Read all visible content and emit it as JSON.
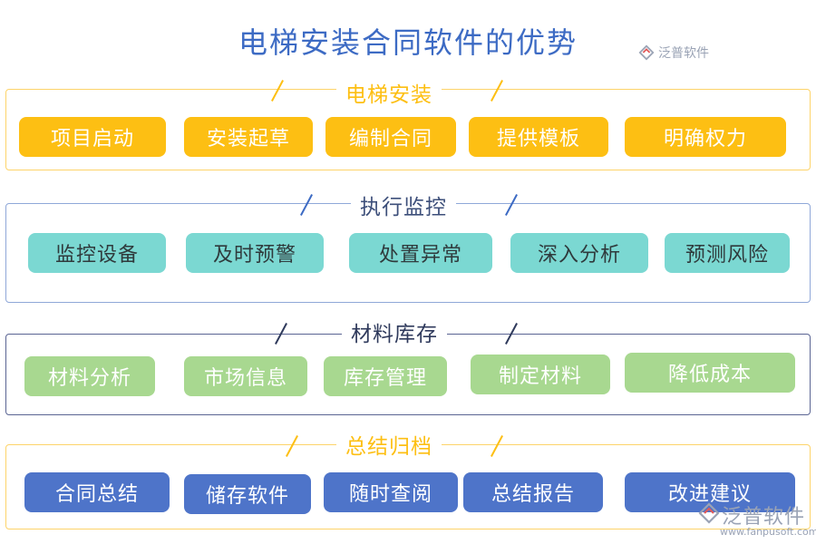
{
  "title": "电梯安装合同软件的优势",
  "logo_top": "泛普软件",
  "footer_logo": {
    "brand": "泛普软件",
    "url": "www.fanpusoft.com"
  },
  "colors": {
    "section1": "#fdbf13",
    "section2": "#6f8fcf",
    "section3": "#5a6593",
    "section4": "#fdbf13",
    "title": "#3d6bc4"
  },
  "sections": [
    {
      "title": "电梯安装",
      "items": [
        "项目启动",
        "安装起草",
        "编制合同",
        "提供模板",
        "明确权力"
      ]
    },
    {
      "title": "执行监控",
      "items": [
        "监控设备",
        "及时预警",
        "处置异常",
        "深入分析",
        "预测风险"
      ]
    },
    {
      "title": "材料库存",
      "items": [
        "材料分析",
        "市场信息",
        "库存管理",
        "制定材料",
        "降低成本"
      ]
    },
    {
      "title": "总结归档",
      "items": [
        "合同总结",
        "储存软件",
        "随时查阅",
        "总结报告",
        "改进建议"
      ]
    }
  ]
}
